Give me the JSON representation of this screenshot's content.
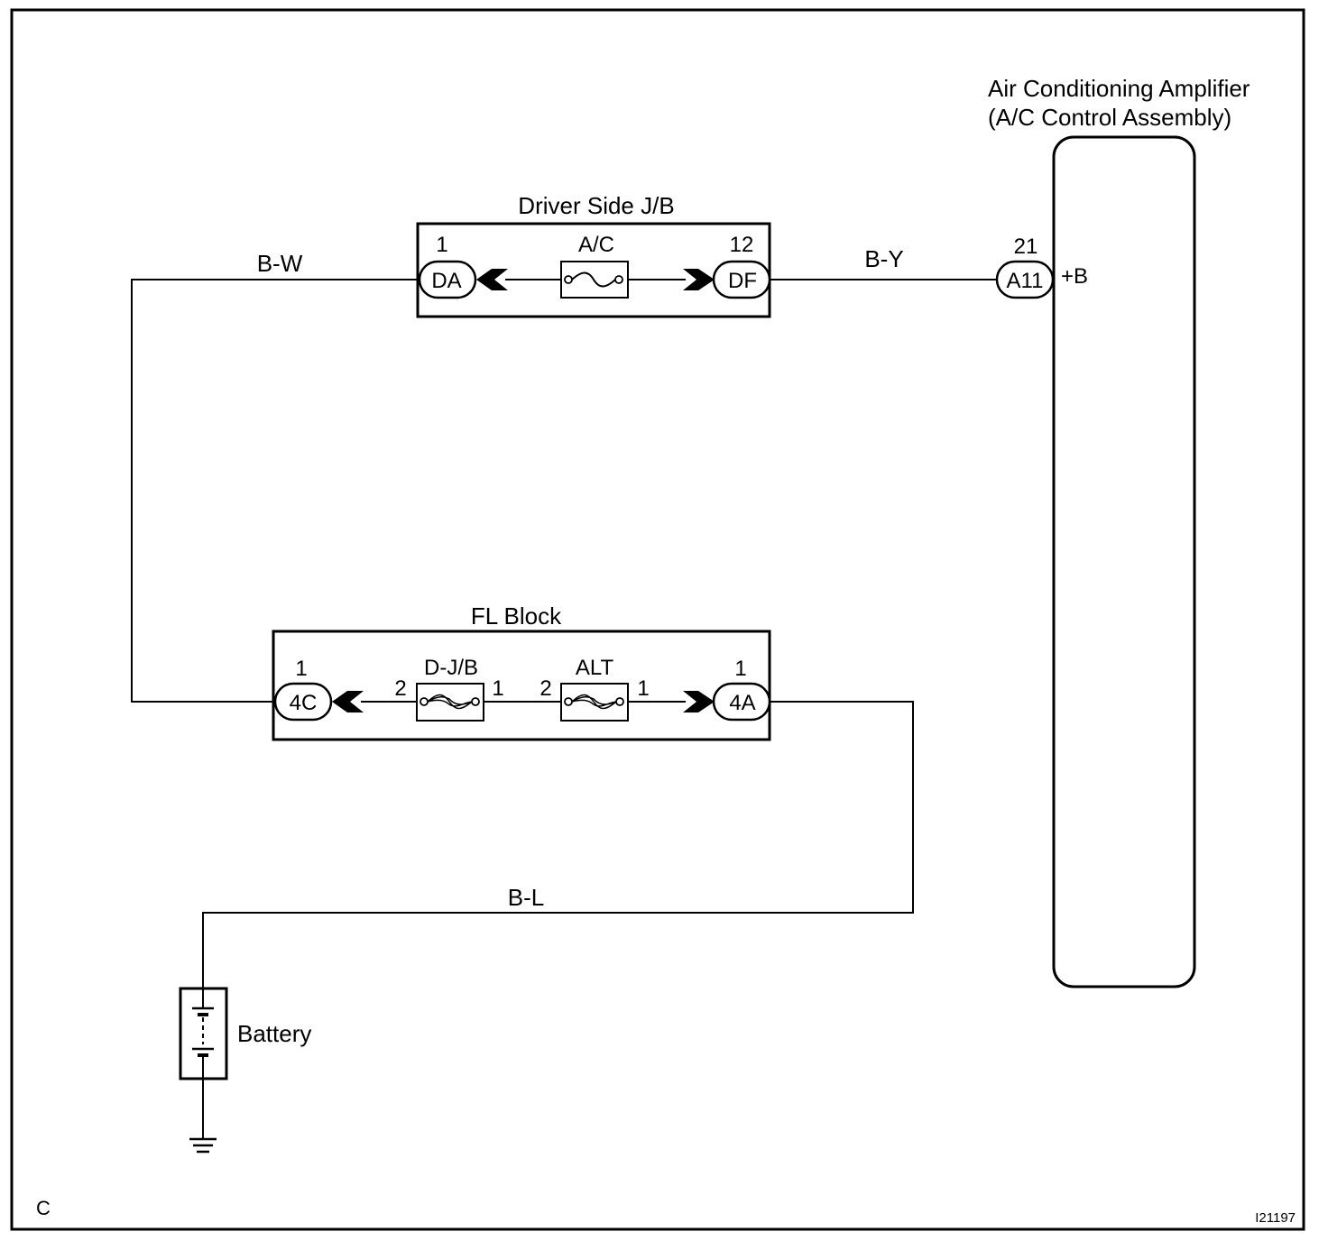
{
  "diagram": {
    "frame_letter": "C",
    "figure_id": "I21197",
    "amplifier": {
      "title_line1": "Air Conditioning Amplifier",
      "title_line2": "(A/C Control Assembly)",
      "connector": "A11",
      "pin": "21",
      "terminal": "+B"
    },
    "driver_jb": {
      "title": "Driver Side J/B",
      "left_connector": "DA",
      "left_pin": "1",
      "fuse": "A/C",
      "right_connector": "DF",
      "right_pin": "12"
    },
    "fl_block": {
      "title": "FL Block",
      "left_connector": "4C",
      "left_pin": "1",
      "fuse1": "D-J/B",
      "fuse1_pin_left": "2",
      "fuse1_pin_right": "1",
      "fuse2": "ALT",
      "fuse2_pin_left": "2",
      "fuse2_pin_right": "1",
      "right_connector": "4A",
      "right_pin": "1"
    },
    "wires": {
      "bw": "B-W",
      "by": "B-Y",
      "bl": "B-L"
    },
    "battery": "Battery"
  }
}
